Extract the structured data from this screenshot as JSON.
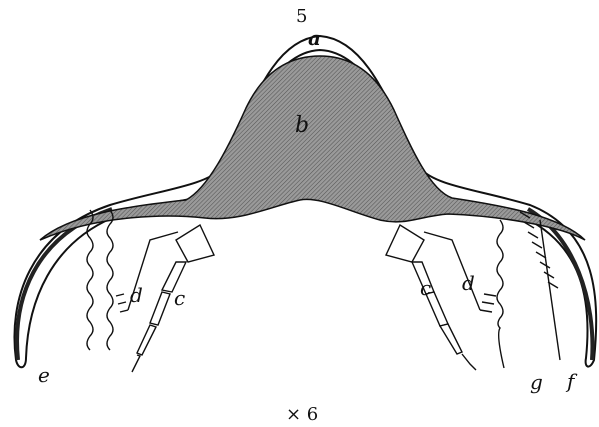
{
  "figure": {
    "number": "5",
    "scale_note": "× 6",
    "labels": {
      "a": "a",
      "b": "b",
      "c_left": "c",
      "c_right": "c",
      "d_left": "d",
      "d_right": "d",
      "e": "e",
      "f": "f",
      "g": "g"
    },
    "colors": {
      "ink": "#111111",
      "body_fill": "#8c8c8c",
      "paper": "#ffffff"
    }
  }
}
